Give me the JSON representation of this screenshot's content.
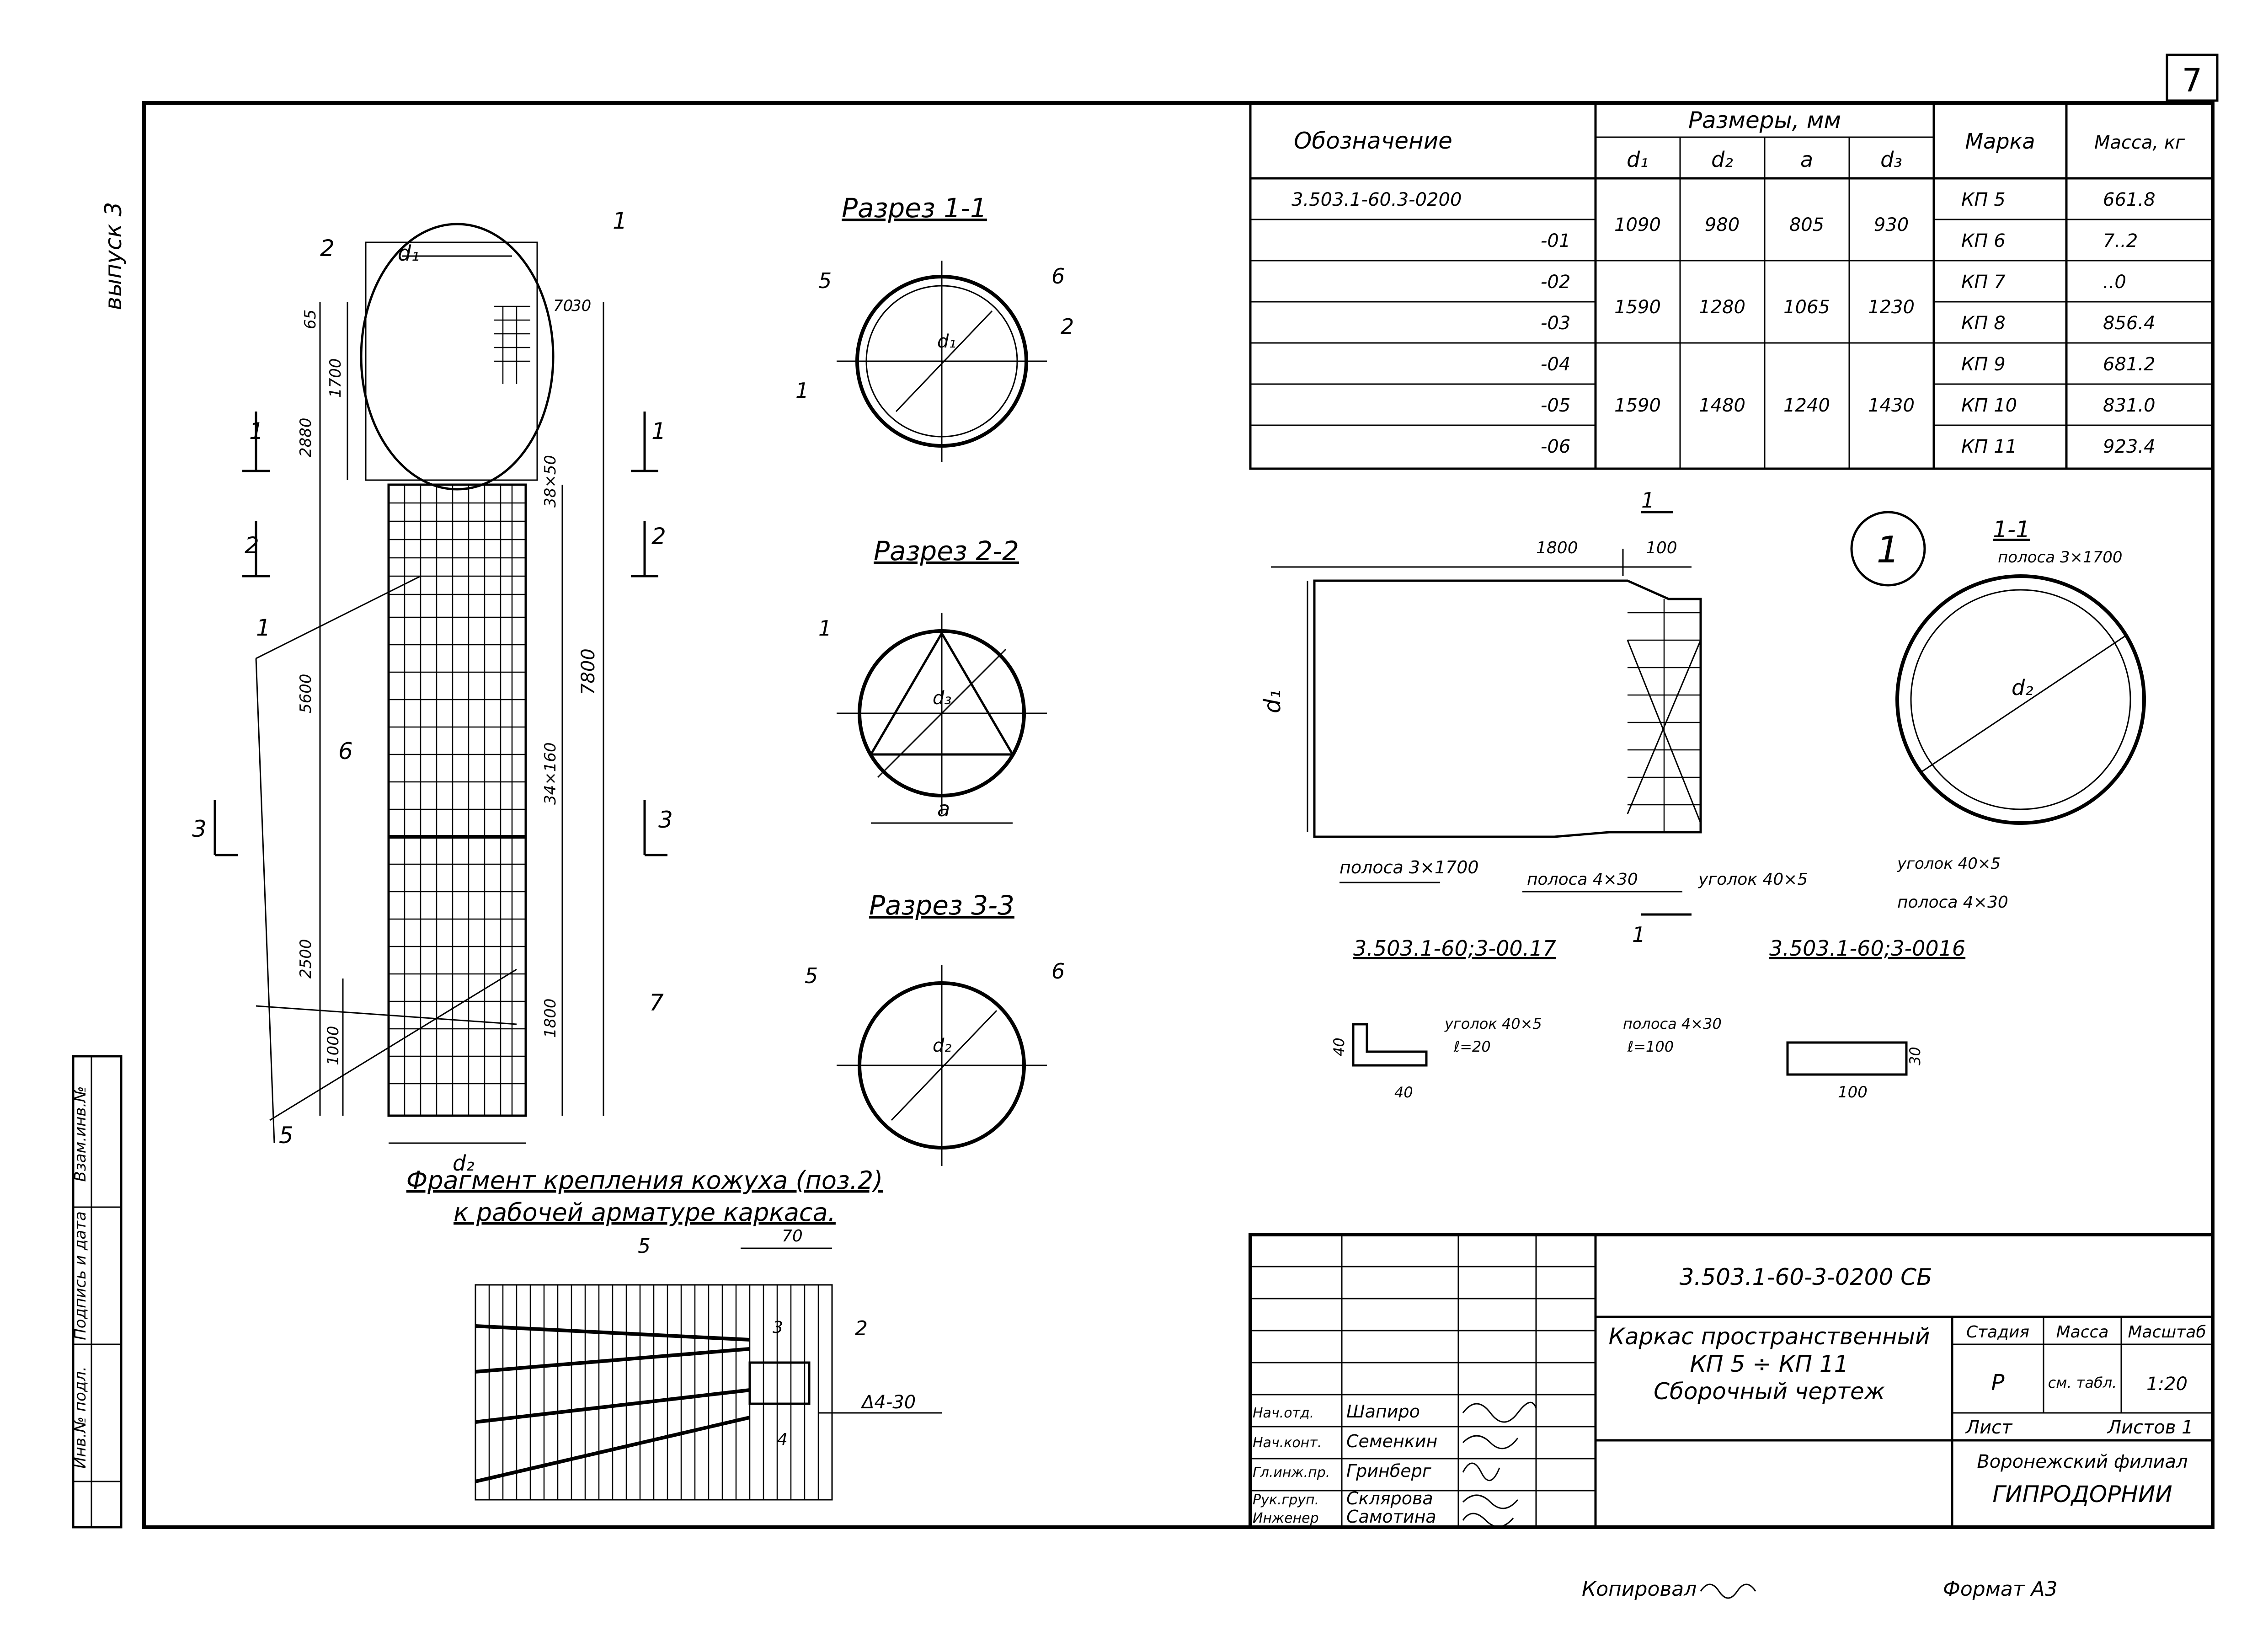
{
  "sheet_number": "7",
  "side_label": "выпуск 3",
  "spec_table": {
    "h_designation": "Обозначение",
    "h_sizes": "Размеры, мм",
    "h_d1": "d₁",
    "h_d2": "d₂",
    "h_a": "a",
    "h_d3": "d₃",
    "h_mark": "Марка",
    "h_mass": "Масса, кг",
    "rows": [
      {
        "designation": "3.503.1-60.3-0200",
        "mark": "КП 5",
        "mass": "661.8"
      },
      {
        "designation": "-01",
        "mark": "КП 6",
        "mass": "7..2"
      },
      {
        "designation": "-02",
        "mark": "КП 7",
        "mass": "..0"
      },
      {
        "designation": "-03",
        "mark": "КП 8",
        "mass": "856.4"
      },
      {
        "designation": "-04",
        "mark": "КП 9",
        "mass": "681.2"
      },
      {
        "designation": "-05",
        "mark": "КП 10",
        "mass": "831.0"
      },
      {
        "designation": "-06",
        "mark": "КП 11",
        "mass": "923.4"
      }
    ],
    "size_groups": [
      {
        "d1": "1090",
        "d2": "980",
        "a": "805",
        "d3": "930"
      },
      {
        "d1": "1590",
        "d2": "1280",
        "a": "1065",
        "d3": "1230"
      },
      {
        "d1": "1590",
        "d2": "1480",
        "a": "1240",
        "d3": "1430"
      }
    ]
  },
  "main_view": {
    "pos1": "1",
    "pos2": "2",
    "pos5": "5",
    "pos6": "6",
    "pos7": "7",
    "d1": "d₁",
    "d2": "d₂",
    "dim_65": "65",
    "dim_70": "70",
    "dim_30": "30",
    "dim_1700": "1700",
    "dim_2880": "2880",
    "dim_7800": "7800",
    "dim_5600": "5600",
    "dim_2500": "2500",
    "dim_1000": "1000",
    "dim_38x50": "38×50",
    "dim_34x160": "34×160",
    "dim_1800": "1800",
    "sec1": "1",
    "sec2": "2",
    "sec3": "3"
  },
  "sections": {
    "s1_title": "Разрез 1-1",
    "s2_title": "Разрез 2-2",
    "s3_title": "Разрез 3-3",
    "s1_pos5": "5",
    "s1_pos6": "6",
    "s1_pos2": "2",
    "s1_pos1": "1",
    "s1_d1": "d₁",
    "s2_pos1": "1",
    "s2_d3": "d₃",
    "s2_a": "a",
    "s3_pos5": "5",
    "s3_pos6": "6",
    "s3_d2": "d₂"
  },
  "fragment": {
    "title1": "Фрагмент крепления кожуха (поз.2)",
    "title2": "к рабочей арматуре каркаса.",
    "pos5": "5",
    "pos2": "2",
    "dim_70": "70",
    "dim_3": "3",
    "dim_4": "4",
    "weld": "Δ4-30"
  },
  "detail": {
    "callout": "1",
    "dim_1800": "1800",
    "dim_100": "100",
    "d1": "d₁",
    "sec_mark": "1",
    "sec_mark2": "1",
    "strip_3x1700": "полоса 3×1700",
    "strip_4x30": "полоса 4×30",
    "angle_40x5": "уголок 40×5",
    "ref_17": "3.503.1-60;3-00.17",
    "ref_16": "3.503.1-60;3-0016",
    "s11_title": "1-1",
    "s11_strip": "полоса 3×1700",
    "s11_d2": "d₂",
    "s11_angle": "уголок 40×5",
    "s11_strip2": "полоса 4×30",
    "angle_label": "уголок 40×5",
    "angle_len": "ℓ=20",
    "angle_dim40": "40",
    "angle_dim40v": "40",
    "strip_label": "полоса 4×30",
    "strip_len": "ℓ=100",
    "strip_dim100": "100",
    "strip_dim30": "30"
  },
  "stamp": {
    "code": "3.503.1-60-3-0200 СБ",
    "title1": "Каркас пространственный",
    "title2": "КП 5 ÷ КП 11",
    "title3": "Сборочный чертеж",
    "h_stage": "Стадия",
    "h_mass": "Масса",
    "h_scale": "Масштаб",
    "stage": "Р",
    "mass": "см. табл.",
    "scale": "1:20",
    "sheet": "Лист",
    "sheets": "Листов 1",
    "org1": "Воронежский филиал",
    "org2": "ГИПРОДОРНИИ",
    "roles": [
      {
        "role": "Нач.отд.",
        "name": "Шапиро"
      },
      {
        "role": "Нач.конт.",
        "name": "Семенкин"
      },
      {
        "role": "Гл.инж.пр.",
        "name": "Гринберг"
      },
      {
        "role": "Рук.груп.",
        "name": "Склярова"
      },
      {
        "role": "Инженер",
        "name": "Самотина"
      }
    ]
  },
  "left_strip": {
    "c1": "Инв.№ подл.",
    "c2": "Подпись и дата",
    "c3": "Взам.инв.№"
  },
  "footer": {
    "copied": "Копировал",
    "format": "Формат А3"
  }
}
